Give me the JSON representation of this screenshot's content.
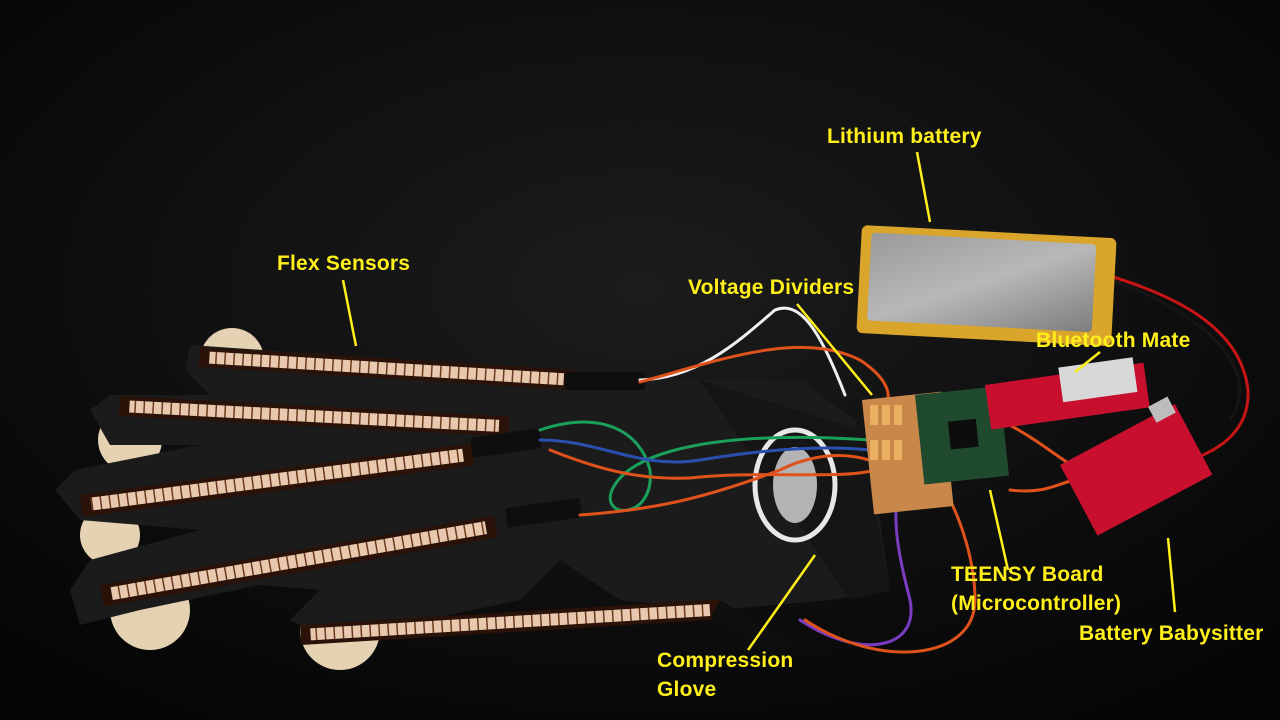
{
  "labels": {
    "lithium_battery": "Lithium battery",
    "flex_sensors": "Flex Sensors",
    "voltage_dividers": "Voltage Dividers",
    "bluetooth_mate": "Bluetooth Mate",
    "teensy_line1": "TEENSY Board",
    "teensy_line2": "(Microcontroller)",
    "battery_babysitter": "Battery Babysitter",
    "glove_line1": "Compression",
    "glove_line2": "Glove"
  },
  "colors": {
    "label": "#ffef1a",
    "leader_line": "#ffef1a",
    "background": "#0b0b0b",
    "glove": "#1a1a1a",
    "battery": "#d9a52a",
    "pcb_red": "#c8102e",
    "teensy_green": "#1f4a2e",
    "wire_orange": "#e0521c",
    "wire_green": "#1aa05a",
    "wire_blue": "#2a4fb0",
    "wire_purple": "#7a3cc0",
    "wire_white": "#f0f0f0"
  }
}
